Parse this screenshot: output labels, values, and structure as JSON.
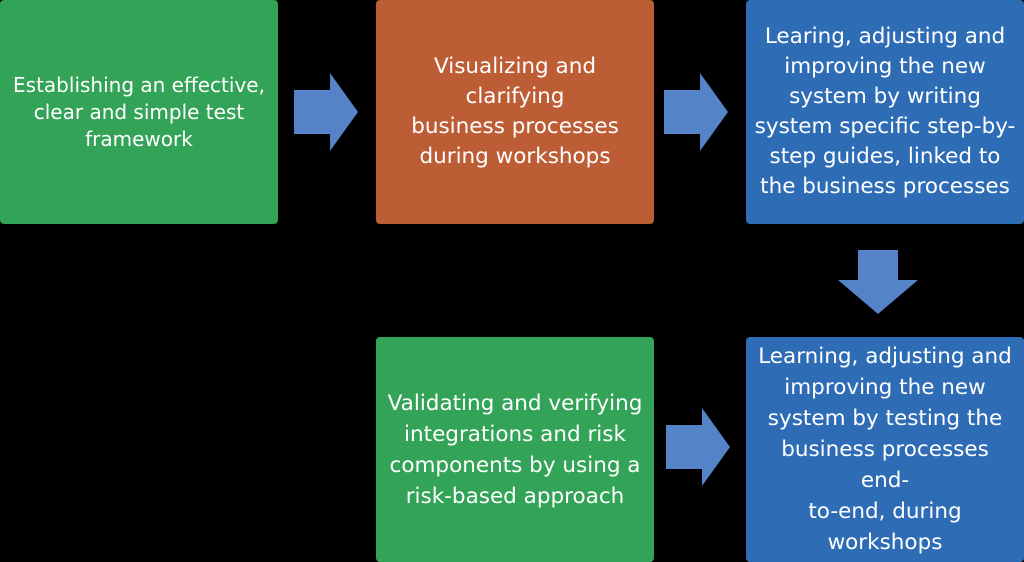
{
  "colors": {
    "background": "#000000",
    "green": "#33a457",
    "orange": "#bd5d35",
    "blue": "#2e6cb6",
    "arrow": "#5483c7",
    "text": "#ffffff"
  },
  "steps": [
    {
      "text": "Establishing an effective,\nclear and simple test\nframework",
      "color": "green"
    },
    {
      "text": "Visualizing and clarifying\nbusiness processes\nduring workshops",
      "color": "orange"
    },
    {
      "text": "Learing, adjusting and\nimproving the new\nsystem by writing\nsystem specific step-by-\nstep guides, linked to\nthe business processes",
      "color": "blue"
    },
    {
      "text": "Learning, adjusting and\nimproving the new\nsystem by testing the\nbusiness processes end-\nto-end, during\nworkshops",
      "color": "blue"
    },
    {
      "text": "Validating and verifying\nintegrations and risk\ncomponents by using a\nrisk-based approach",
      "color": "green"
    }
  ],
  "arrows": [
    {
      "from": 1,
      "to": 2,
      "direction": "right",
      "icon": "arrow-right-icon"
    },
    {
      "from": 2,
      "to": 3,
      "direction": "right",
      "icon": "arrow-right-icon"
    },
    {
      "from": 3,
      "to": 4,
      "direction": "down",
      "icon": "arrow-down-icon"
    },
    {
      "from": 5,
      "to": 4,
      "direction": "right",
      "icon": "arrow-right-icon"
    }
  ]
}
